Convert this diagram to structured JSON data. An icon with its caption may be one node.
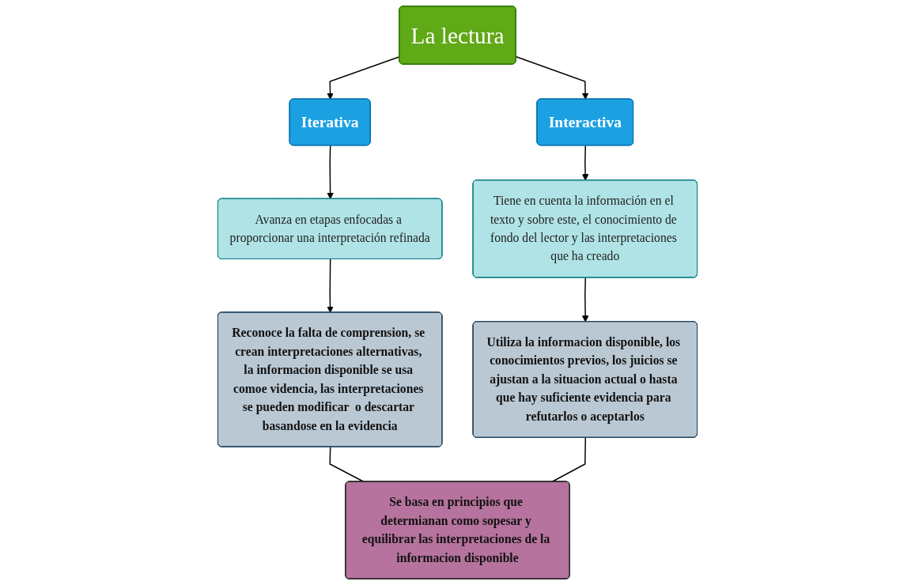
{
  "diagram": {
    "nodes": [
      {
        "text": [
          "La lectura"
        ]
      },
      {
        "text": [
          "Iterativa"
        ]
      },
      {
        "text": [
          "Interactiva"
        ]
      },
      {
        "text": [
          "Avanza en etapas enfocadas a proporcionar una interpretación refinada"
        ]
      },
      {
        "text": [
          "Tiene en cuenta la información en el texto y sobre este, el conocimiento de fondo del lector y las interpretaciones que ha creado"
        ]
      },
      {
        "text": [
          "Reconoce la falta de comprension, se crean interpretaciones alternativas, la informacion disponible se usa comoe videncia, las interpretaciones se pueden modificar  o descartar basandose en la evidencia"
        ]
      },
      {
        "text": [
          "Se basa en principios que determianan como sopesar y equilibrar las interpretaciones de la informacion disponible"
        ]
      },
      {
        "text": [
          "Utiliza la informacion disponible, los conocimientos previos, los juicios se ajustan a la situacion actual o hasta que hay suficiente evidencia para refutarlos o aceptarlos"
        ]
      }
    ],
    "edges": [
      {
        "from": 0,
        "to": 1,
        "arrow": "to"
      },
      {
        "from": 0,
        "to": 2,
        "arrow": "to"
      },
      {
        "from": 1,
        "to": 3,
        "arrow": "to"
      },
      {
        "from": 2,
        "to": 4,
        "arrow": "to"
      },
      {
        "from": 3,
        "to": 5,
        "arrow": "to"
      },
      {
        "from": 4,
        "to": 7,
        "arrow": "to"
      },
      {
        "from": 5,
        "to": 6,
        "arrow": "none"
      },
      {
        "from": 7,
        "to": 6,
        "arrow": "none"
      }
    ]
  }
}
